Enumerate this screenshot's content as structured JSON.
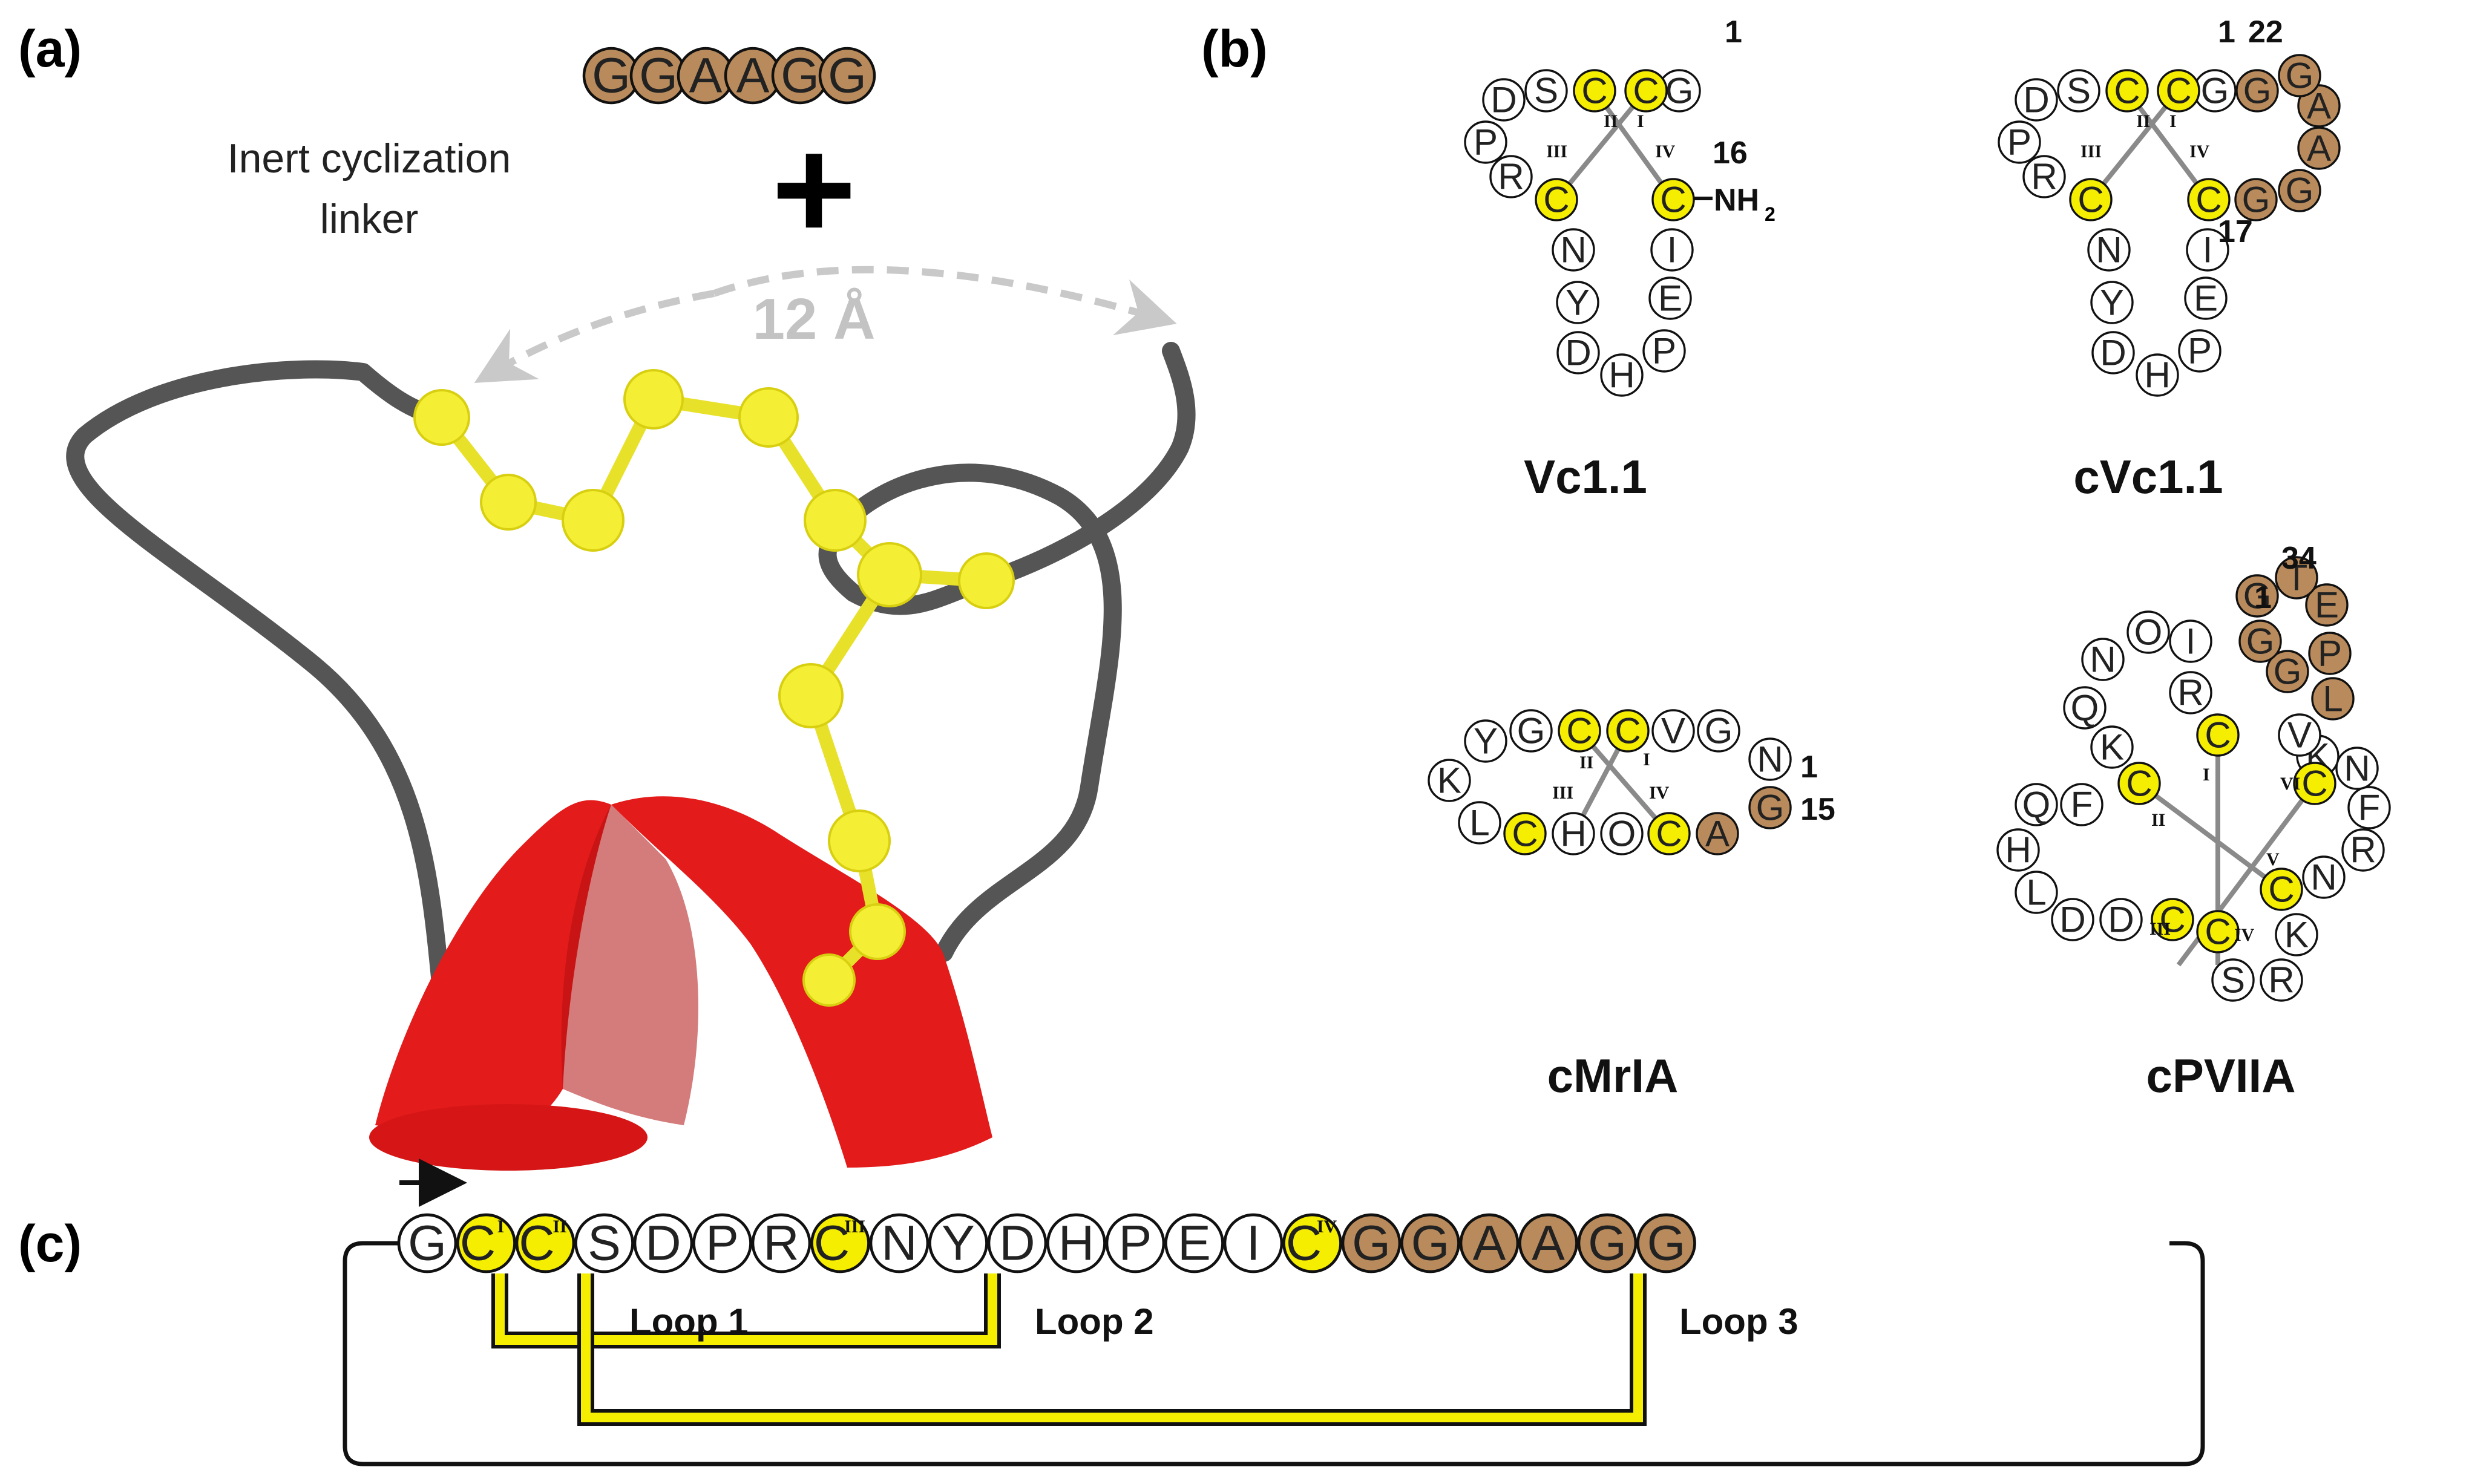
{
  "colors": {
    "cysteine": "#f5ee00",
    "linker": "#b98b5c",
    "plain": "#ffffff",
    "backbone": "#555555",
    "helix": "#e41b1b",
    "disulfide_ball": "#f4ef35",
    "distance_arrow": "#c9c9c9"
  },
  "panel_a": {
    "label": "(a)",
    "linker_residues": [
      "G",
      "G",
      "A",
      "A",
      "G",
      "G"
    ],
    "plus": "+",
    "caption_line1": "Inert cyclization",
    "caption_line2": "linker",
    "distance": "12 Å"
  },
  "panel_b": {
    "label": "(b)",
    "vc11": {
      "name": "Vc1.1",
      "num_start": "1",
      "num_end": "16",
      "c_term": "NH",
      "c_term_sub": "2",
      "bonds": [
        "I",
        "II",
        "III",
        "IV"
      ]
    },
    "cvc11": {
      "name": "cVc1.1",
      "num_start": "1",
      "num_linker": "22",
      "num_17": "17",
      "bonds": [
        "I",
        "II",
        "III",
        "IV"
      ]
    },
    "cmria": {
      "name": "cMrIA",
      "num_start": "1",
      "num_end": "15",
      "bonds": [
        "I",
        "II",
        "III",
        "IV"
      ]
    },
    "cpviia": {
      "name": "cPVIIA",
      "num_start": "1",
      "num_end": "34",
      "bonds": [
        "I",
        "II",
        "III",
        "IV",
        "V",
        "VI"
      ]
    }
  },
  "panel_c": {
    "label": "(c)",
    "sequence": [
      {
        "res": "G",
        "type": "plain",
        "sup": ""
      },
      {
        "res": "C",
        "type": "cys",
        "sup": "I"
      },
      {
        "res": "C",
        "type": "cys",
        "sup": "II"
      },
      {
        "res": "S",
        "type": "plain",
        "sup": ""
      },
      {
        "res": "D",
        "type": "plain",
        "sup": ""
      },
      {
        "res": "P",
        "type": "plain",
        "sup": ""
      },
      {
        "res": "R",
        "type": "plain",
        "sup": ""
      },
      {
        "res": "C",
        "type": "cys",
        "sup": "III"
      },
      {
        "res": "N",
        "type": "plain",
        "sup": ""
      },
      {
        "res": "Y",
        "type": "plain",
        "sup": ""
      },
      {
        "res": "D",
        "type": "plain",
        "sup": ""
      },
      {
        "res": "H",
        "type": "plain",
        "sup": ""
      },
      {
        "res": "P",
        "type": "plain",
        "sup": ""
      },
      {
        "res": "E",
        "type": "plain",
        "sup": ""
      },
      {
        "res": "I",
        "type": "plain",
        "sup": ""
      },
      {
        "res": "C",
        "type": "cys",
        "sup": "IV"
      },
      {
        "res": "G",
        "type": "linker",
        "sup": ""
      },
      {
        "res": "G",
        "type": "linker",
        "sup": ""
      },
      {
        "res": "A",
        "type": "linker",
        "sup": ""
      },
      {
        "res": "A",
        "type": "linker",
        "sup": ""
      },
      {
        "res": "G",
        "type": "linker",
        "sup": ""
      },
      {
        "res": "G",
        "type": "linker",
        "sup": ""
      }
    ],
    "loops": [
      "Loop 1",
      "Loop 2",
      "Loop 3"
    ]
  }
}
